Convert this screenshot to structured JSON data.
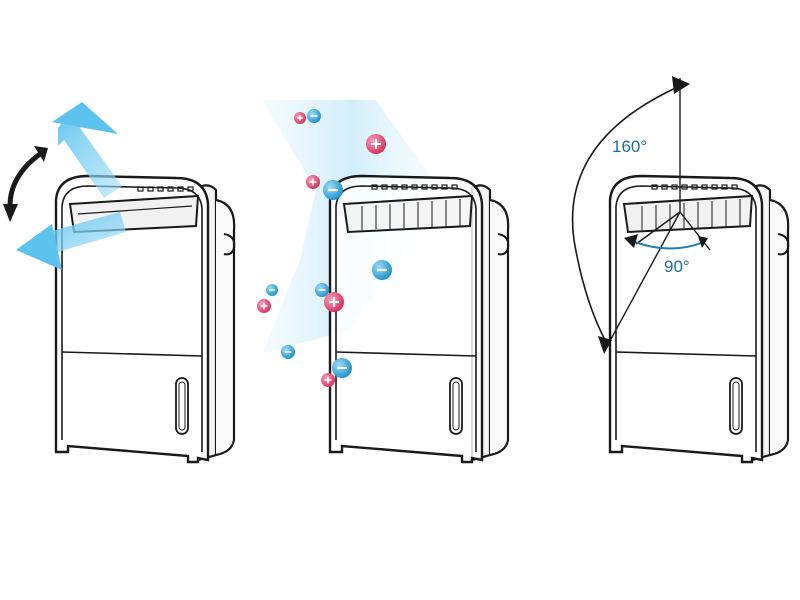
{
  "panels": [
    {
      "feature": "swing-airflow"
    },
    {
      "feature": "ion-release"
    },
    {
      "feature": "louver-angles"
    }
  ],
  "angles": {
    "vertical_label": "160°",
    "horizontal_label": "90°"
  },
  "ions": {
    "positive_symbol": "+",
    "negative_symbol": "−",
    "positive_color": "#e2456f",
    "negative_color": "#2ea2dc"
  },
  "colors": {
    "outline": "#1a1a1a",
    "airflow": "#5bc3ee",
    "angle_accent": "#1e7fb0",
    "angle_text": "#1f6f9a"
  }
}
